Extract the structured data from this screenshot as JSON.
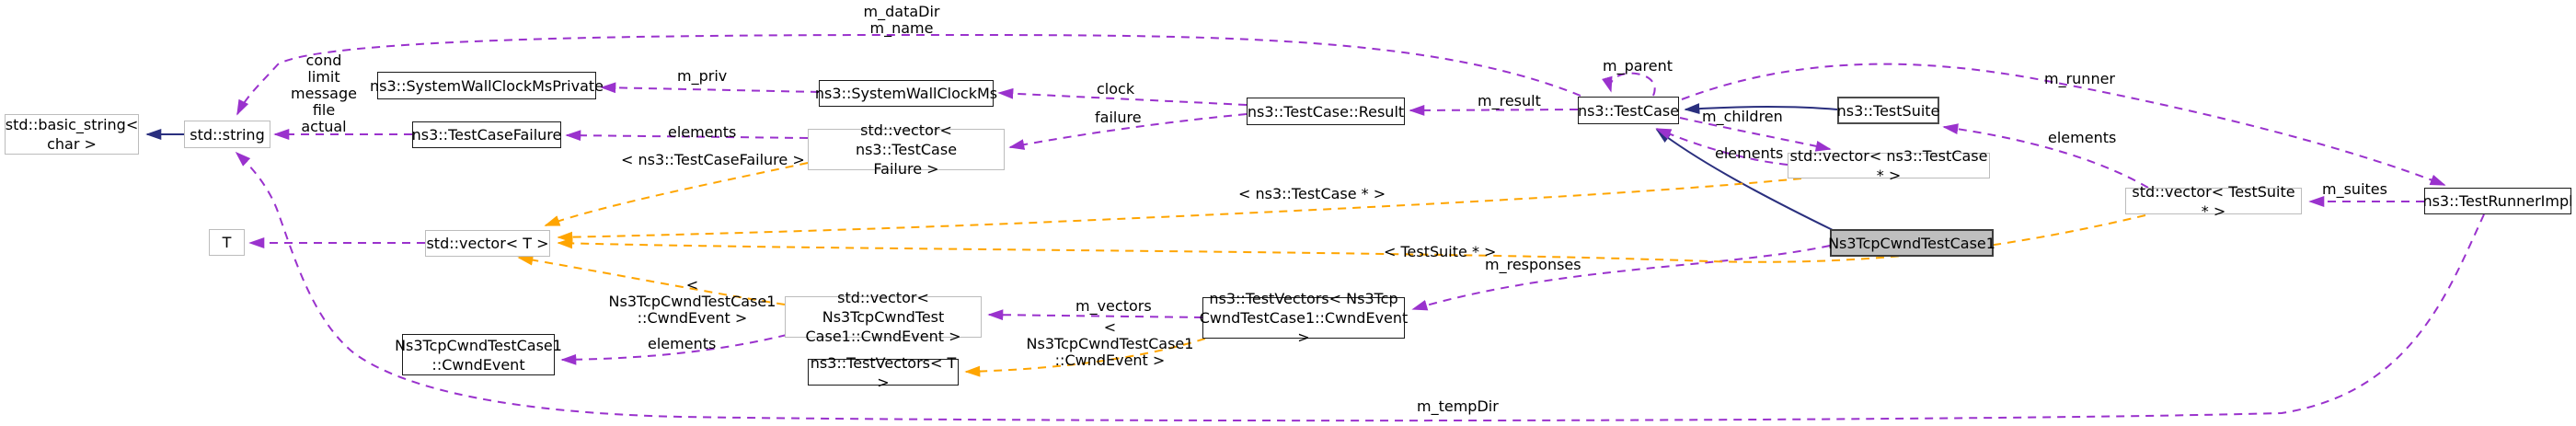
{
  "diagram": {
    "type": "doxygen-collaboration-graph",
    "focus_class": "Ns3TcpCwndTestCase1",
    "colors": {
      "member_edge": "#9a32cd",
      "template_edge": "#ffa500",
      "inheritance_edge": "#2a2f7e",
      "node_border": "#1a1a1a",
      "external_node_border": "#bcbcbc",
      "focus_fill": "#bfbfbf",
      "background": "#ffffff"
    },
    "nodes": [
      {
        "id": "std-basic-string",
        "label": "std::basic_string<\nchar >"
      },
      {
        "id": "std-string",
        "label": "std::string"
      },
      {
        "id": "system-wall-clock-ms-private",
        "label": "ns3::SystemWallClockMsPrivate"
      },
      {
        "id": "test-case-failure",
        "label": "ns3::TestCaseFailure"
      },
      {
        "id": "system-wall-clock-ms",
        "label": "ns3::SystemWallClockMs"
      },
      {
        "id": "vector-test-case-failure",
        "label": "std::vector< ns3::TestCase\nFailure >"
      },
      {
        "id": "test-case-result",
        "label": "ns3::TestCase::Result"
      },
      {
        "id": "test-case",
        "label": "ns3::TestCase"
      },
      {
        "id": "test-suite",
        "label": "ns3::TestSuite"
      },
      {
        "id": "vector-test-case-ptr",
        "label": "std::vector< ns3::TestCase * >"
      },
      {
        "id": "vector-test-suite-ptr",
        "label": "std::vector< TestSuite * >"
      },
      {
        "id": "test-runner-impl",
        "label": "ns3::TestRunnerImpl"
      },
      {
        "id": "ns3-tcp-cwnd-test-case1",
        "label": "Ns3TcpCwndTestCase1"
      },
      {
        "id": "t",
        "label": "T"
      },
      {
        "id": "vector-t",
        "label": "std::vector< T >"
      },
      {
        "id": "vector-cwnd-event",
        "label": "std::vector< Ns3TcpCwndTest\nCase1::CwndEvent >"
      },
      {
        "id": "test-vectors-cwnd-event",
        "label": "ns3::TestVectors< Ns3Tcp\nCwndTestCase1::CwndEvent >"
      },
      {
        "id": "cwnd-event",
        "label": "Ns3TcpCwndTestCase1\n::CwndEvent"
      },
      {
        "id": "test-vectors-t",
        "label": "ns3::TestVectors< T >"
      }
    ],
    "edge_labels": [
      {
        "text": "m_dataDir\nm_name"
      },
      {
        "text": "cond\nlimit\nmessage\nfile\nactual"
      },
      {
        "text": "m_priv"
      },
      {
        "text": "elements"
      },
      {
        "text": "< ns3::TestCaseFailure >"
      },
      {
        "text": "clock"
      },
      {
        "text": "failure"
      },
      {
        "text": "m_result"
      },
      {
        "text": "m_parent"
      },
      {
        "text": "m_children"
      },
      {
        "text": "elements"
      },
      {
        "text": "m_runner"
      },
      {
        "text": "elements"
      },
      {
        "text": "m_suites"
      },
      {
        "text": "< ns3::TestCase * >"
      },
      {
        "text": "< TestSuite * >"
      },
      {
        "text": "m_responses"
      },
      {
        "text": "m_vectors"
      },
      {
        "text": "< Ns3TcpCwndTestCase1\n::CwndEvent >"
      },
      {
        "text": "< Ns3TcpCwndTestCase1\n::CwndEvent >"
      },
      {
        "text": "elements"
      },
      {
        "text": "m_tempDir"
      }
    ]
  }
}
